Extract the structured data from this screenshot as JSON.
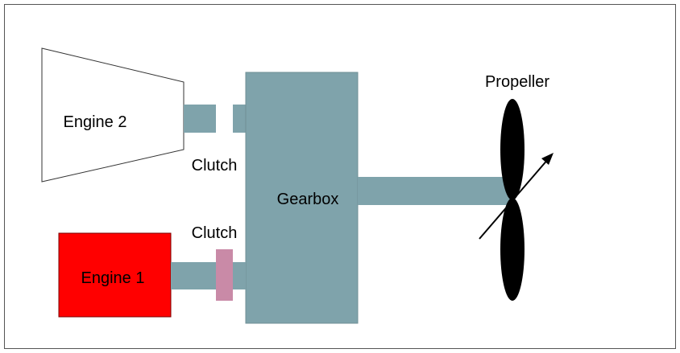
{
  "diagram": {
    "colors": {
      "background": "#ffffff",
      "frame": "#555555",
      "engine_2_fill": "#ffffff",
      "engine_1_fill": "#ff0000",
      "shaft": "#7fa3ab",
      "gearbox": "#7fa3ab",
      "clutch_engaged": "#c98aa7",
      "propeller": "#000000"
    },
    "labels": {
      "engine_2": "Engine 2",
      "engine_1": "Engine 1",
      "clutch_upper": "Clutch",
      "clutch_lower": "Clutch",
      "gearbox": "Gearbox",
      "propeller": "Propeller"
    },
    "icons": {
      "propeller": "propeller-icon",
      "pitch_arrow": "diagonal-arrow-icon"
    }
  }
}
